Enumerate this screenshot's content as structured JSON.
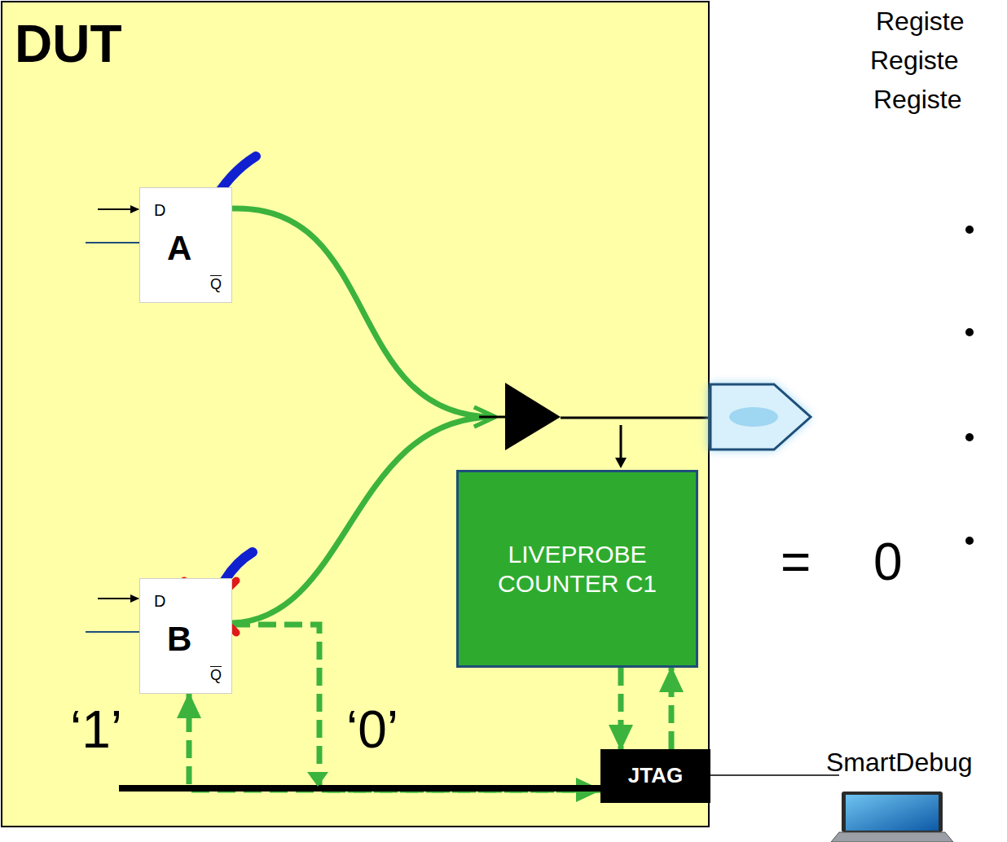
{
  "diagram": {
    "nodes": [
      {
        "text": [
          "DUT"
        ]
      },
      {
        "text": [
          "D",
          "A",
          "Q"
        ],
        "in": 0
      },
      {
        "text": [
          "D",
          "B",
          "Q"
        ],
        "in": 0
      },
      {
        "text": [
          "LIVEPROBE COUNTER C1"
        ],
        "in": 0
      },
      {
        "text": [
          "JTAG"
        ],
        "in": 0
      }
    ],
    "edges": [
      {
        "from": 3,
        "to": 4,
        "arrow": "to"
      },
      {
        "from": 4,
        "to": 3,
        "arrow": "to"
      },
      {
        "from": 4,
        "to": 2,
        "arrow": "to",
        "label": "‘1’"
      },
      {
        "from": 2,
        "to": 4,
        "arrow": "to",
        "label": "‘0’"
      }
    ],
    "labels": [
      "Registe",
      "Registe",
      "Registe",
      "=",
      "0",
      "SmartDebug"
    ]
  }
}
